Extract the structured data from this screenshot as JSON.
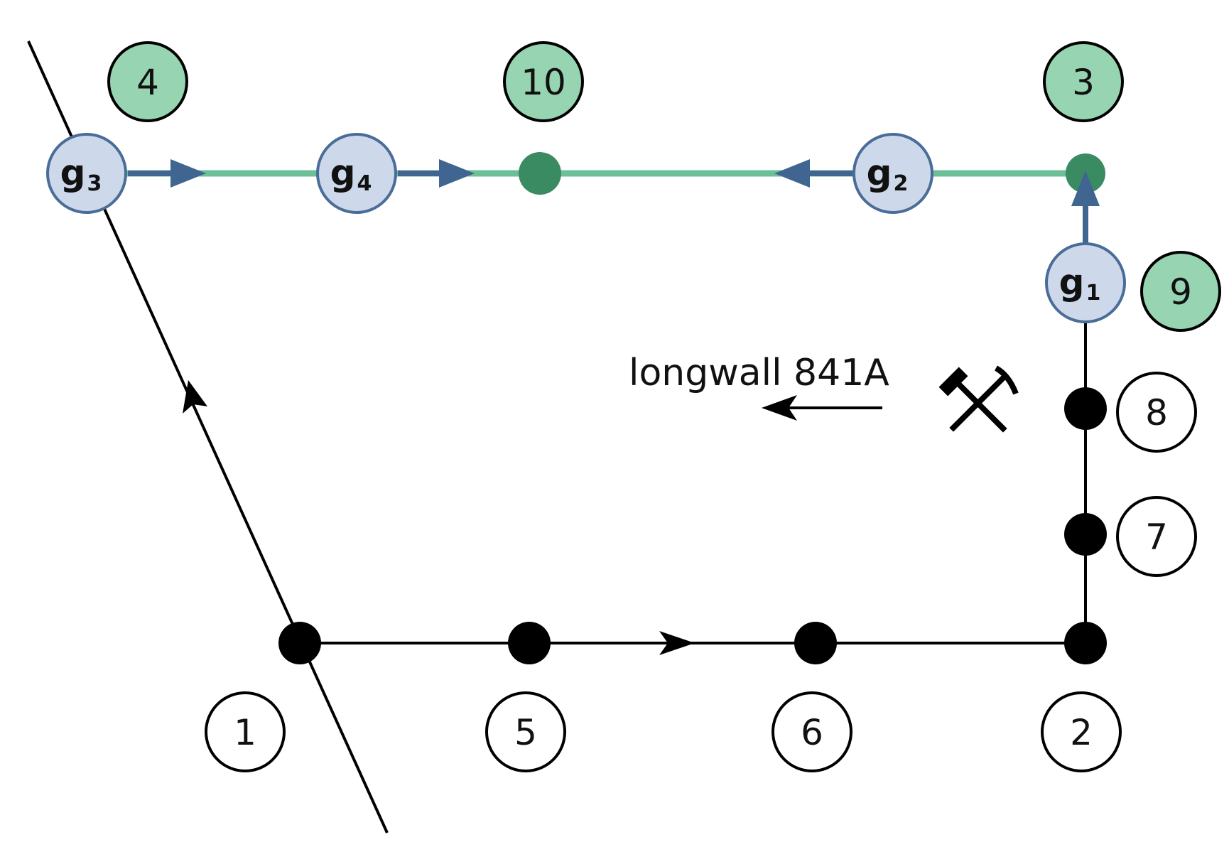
{
  "colors": {
    "black": "#000000",
    "green_line": "#6cbf96",
    "green_node": "#3a8a62",
    "green_badge": "#97d4b2",
    "gauge_fill": "#cdd9ea",
    "gauge_stroke": "#4a6c98",
    "arrow_blue": "#3f6590"
  },
  "badges": {
    "b1": "1",
    "b2": "2",
    "b3": "3",
    "b4": "4",
    "b5": "5",
    "b6": "6",
    "b7": "7",
    "b8": "8",
    "b9": "9",
    "b10": "10"
  },
  "gauges": {
    "g1": {
      "letter": "g",
      "sub": "1"
    },
    "g2": {
      "letter": "g",
      "sub": "2"
    },
    "g3": {
      "letter": "g",
      "sub": "3"
    },
    "g4": {
      "letter": "g",
      "sub": "4"
    }
  },
  "longwall_label": "longwall 841A",
  "icons": {
    "mining": "hammer-and-pick-icon"
  }
}
